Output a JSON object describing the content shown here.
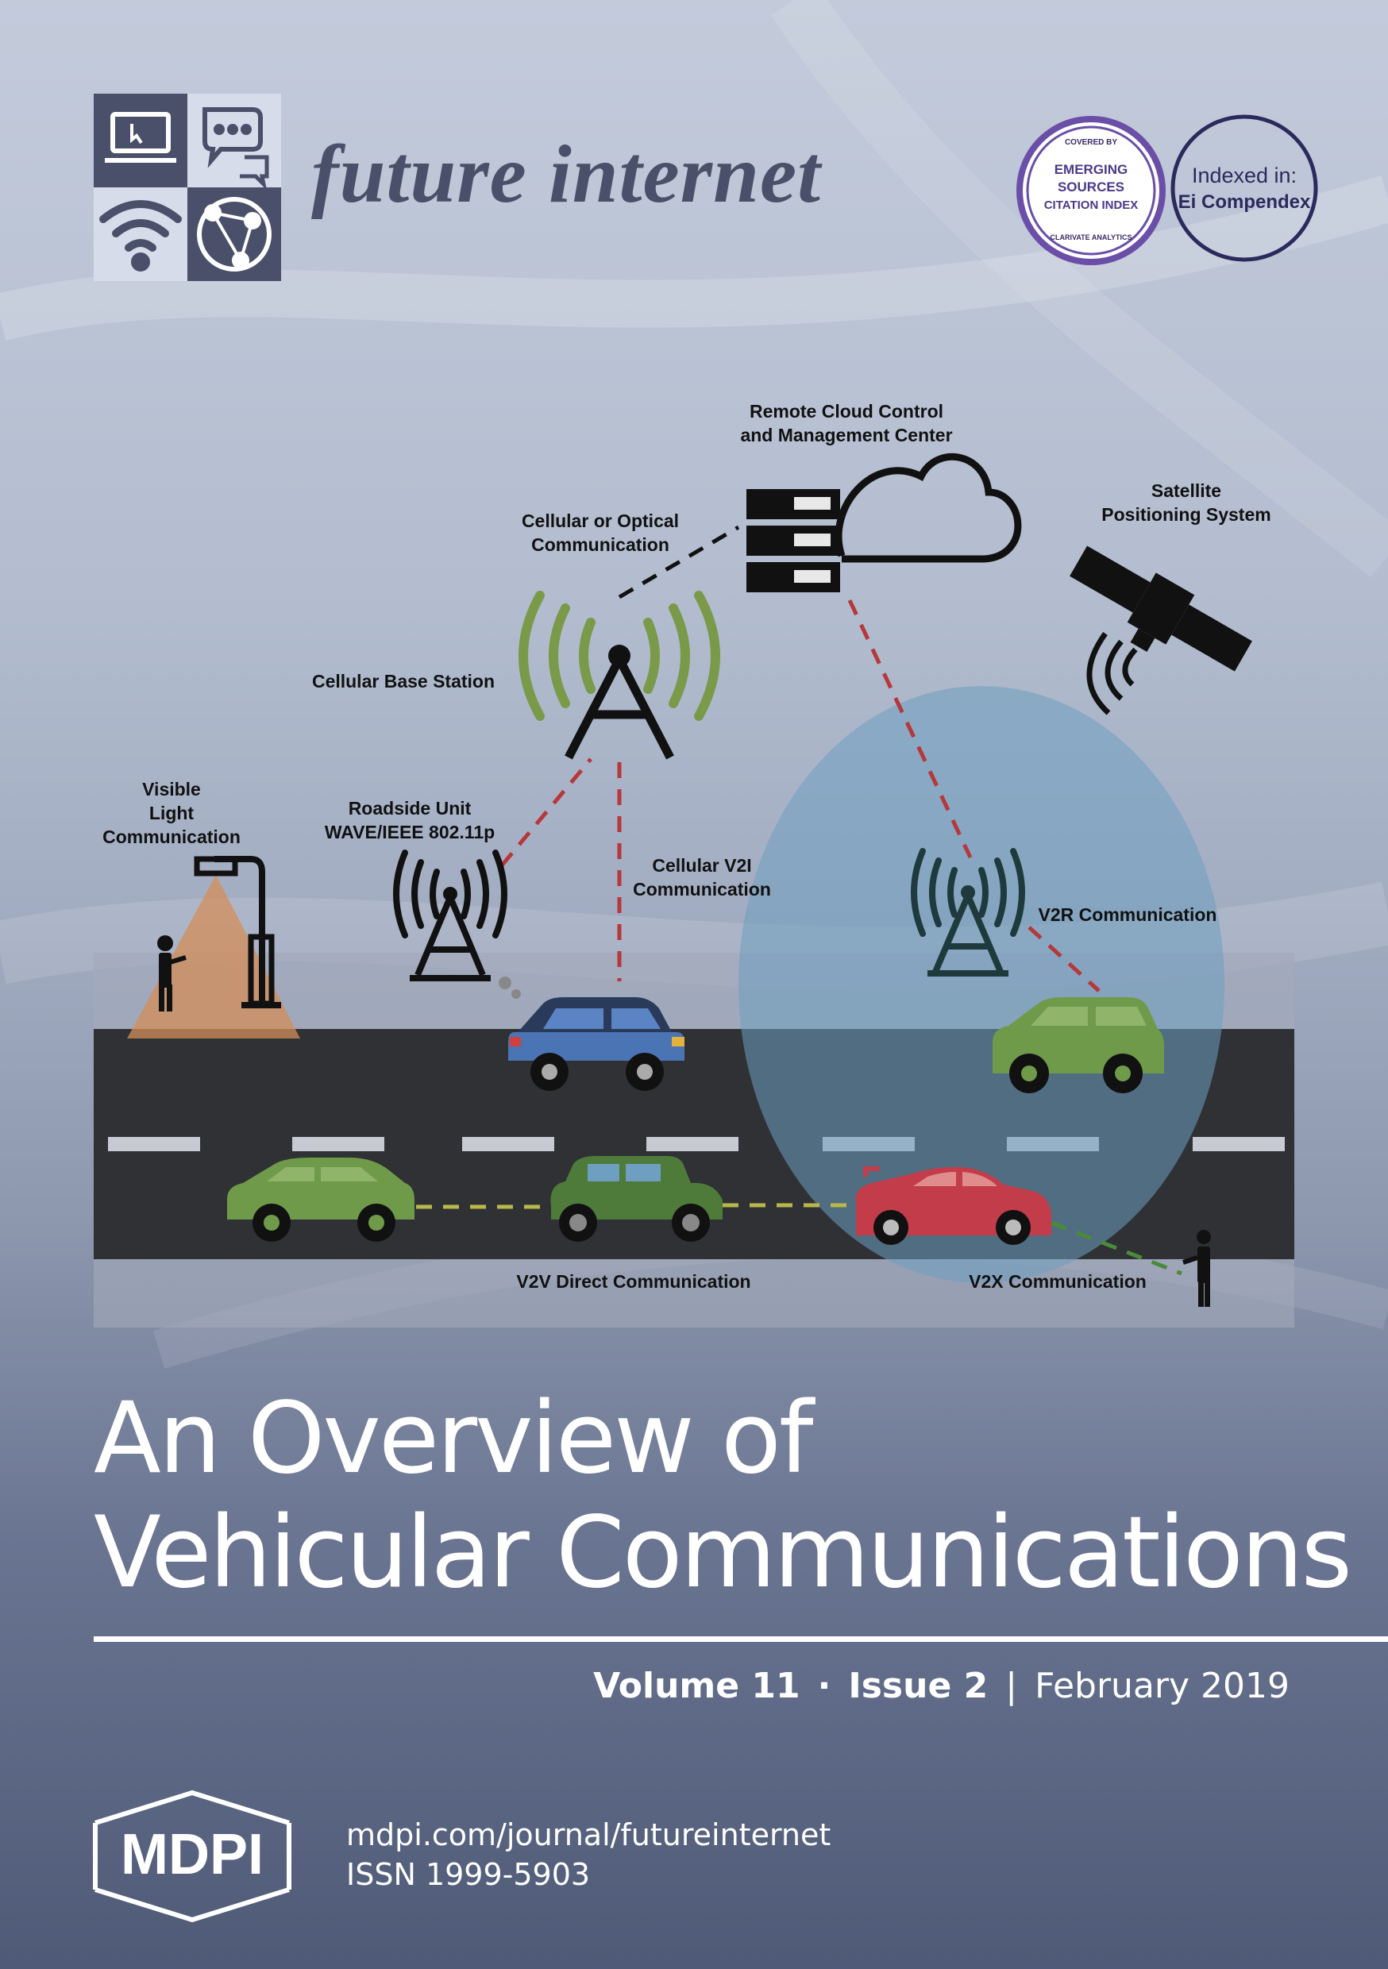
{
  "journal": {
    "name": "future internet"
  },
  "badges": {
    "esci": {
      "top_text": "COVERED BY",
      "line1": "EMERGING",
      "line2": "SOURCES",
      "line3": "CITATION INDEX",
      "bottom_text": "CLARIVATE ANALYTICS"
    },
    "ei": {
      "line1": "Indexed in:",
      "line2": "Ei Compendex"
    }
  },
  "diagram_labels": {
    "cloud_line1": "Remote Cloud Control",
    "cloud_line2": "and Management Center",
    "satellite_line1": "Satellite",
    "satellite_line2": "Positioning System",
    "optical_line1": "Cellular or Optical",
    "optical_line2": "Communication",
    "base_station": "Cellular Base Station",
    "vlc_line1": "Visible",
    "vlc_line2": "Light",
    "vlc_line3": "Communication",
    "rsu_line1": "Roadside Unit",
    "rsu_line2": "WAVE/IEEE 802.11p",
    "v2i_line1": "Cellular V2I",
    "v2i_line2": "Communication",
    "v2r": "V2R Communication",
    "v2v": "V2V Direct Communication",
    "v2x": "V2X Communication"
  },
  "colors": {
    "tower_green": "#7a9a4a",
    "link_red": "#b5383a",
    "link_green_yellow": "#b9b84a",
    "circle_blue": "#6e9fc0",
    "road": "#2f3135"
  },
  "title": {
    "line1": "An Overview of",
    "line2": "Vehicular Communications"
  },
  "issue": {
    "volume": "Volume 11",
    "dot": "·",
    "issue": "Issue 2",
    "divider": "|",
    "date": "February 2019"
  },
  "publisher": {
    "logo_text": "MDPI",
    "url": "mdpi.com/journal/futureinternet",
    "issn": "ISSN 1999-5903"
  }
}
